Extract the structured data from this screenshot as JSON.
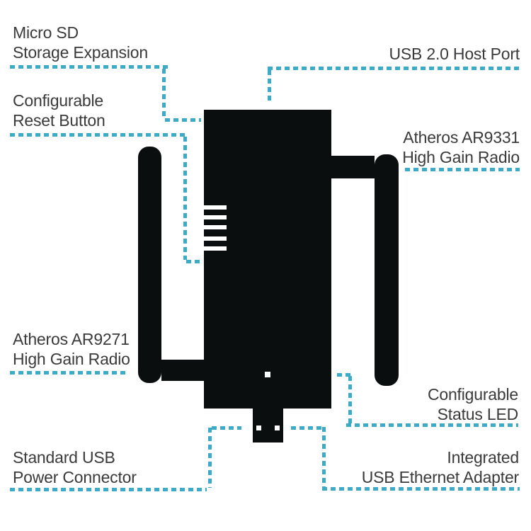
{
  "colors": {
    "accent": "#3caac9",
    "text": "#3a3a3c",
    "device": "#0b0e0f",
    "background": "#ffffff"
  },
  "labels": [
    {
      "id": "micro-sd",
      "lines": [
        "Micro SD",
        "Storage Expansion"
      ]
    },
    {
      "id": "usb-host",
      "lines": [
        "USB 2.0 Host Port"
      ]
    },
    {
      "id": "reset",
      "lines": [
        "Configurable",
        "Reset Button"
      ]
    },
    {
      "id": "ar9331",
      "lines": [
        "Atheros AR9331",
        "High Gain Radio"
      ]
    },
    {
      "id": "ar9271",
      "lines": [
        "Atheros AR9271",
        "High Gain Radio"
      ]
    },
    {
      "id": "status-led",
      "lines": [
        "Configurable",
        "Status LED"
      ]
    },
    {
      "id": "power",
      "lines": [
        "Standard USB",
        "Power Connector"
      ]
    },
    {
      "id": "ethernet",
      "lines": [
        "Integrated",
        "USB Ethernet Adapter"
      ]
    }
  ]
}
